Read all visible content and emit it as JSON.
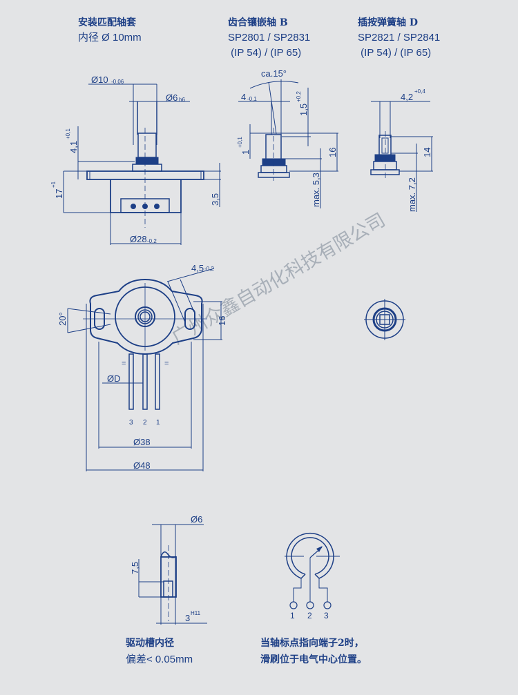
{
  "headers": [
    {
      "title": "安装匹配轴套",
      "line2": "内径 Ø 10mm",
      "line3": ""
    },
    {
      "title": "齿合镶嵌轴 B",
      "line2": "SP2801 / SP2831",
      "line3": " (IP 54) / (IP 65)"
    },
    {
      "title": "插按弹簧轴 D",
      "line2": "SP2821 / SP2841",
      "line3": " (IP 54) / (IP 65)"
    }
  ],
  "view_mount": {
    "dim_d10": "Ø10",
    "dim_d10_tol": "-0,06",
    "dim_d6": "Ø6",
    "dim_d6_tol": "h6",
    "dim_4_1": "4,1",
    "dim_4_1_tol": "+0,1",
    "dim_17": "17",
    "dim_17_tol": "+1",
    "dim_3_5": "3,5",
    "dim_d28": "Ø28",
    "dim_d28_tol": "-0,2"
  },
  "view_shaft_b": {
    "angle": "ca.15°",
    "dim_4": "4",
    "dim_4_tol": "-0,1",
    "dim_1_5": "1,5",
    "dim_1_5_tol": "+0,2",
    "dim_1": "1",
    "dim_1_tol": "+0,1",
    "dim_16": "16",
    "dim_max53": "max. 5,3"
  },
  "view_shaft_d": {
    "dim_4_2": "4,2",
    "dim_4_2_tol": "+0,4",
    "dim_14": "14",
    "dim_max72": "max. 7,2"
  },
  "view_front": {
    "dim_4_5": "4,5",
    "dim_4_5_tol": "-0,2",
    "angle_20": "20°",
    "dim_16": "16",
    "dim_D": "ØD",
    "pins": [
      "3",
      "2",
      "1"
    ],
    "dim_d38": "Ø38",
    "dim_d48": "Ø48",
    "eq1": "=",
    "eq2": "="
  },
  "view_slot": {
    "dim_d6": "Ø6",
    "dim_7_5": "7,5",
    "dim_3": "3",
    "dim_3_tol": "H11"
  },
  "schematic": {
    "terminals": [
      "1",
      "2",
      "3"
    ]
  },
  "captions": {
    "slot_line1": "驱动槽内径",
    "slot_line2": "偏差< 0.05mm",
    "schem_line1": "当轴标点指向端子2时，",
    "schem_line2": "滑刷位于电气中心位置。"
  },
  "watermark": "广州众鑫自动化科技有限公司",
  "colors": {
    "line": "#1d3f86",
    "background": "#e3e4e6",
    "watermark": "#9aa3ad"
  }
}
